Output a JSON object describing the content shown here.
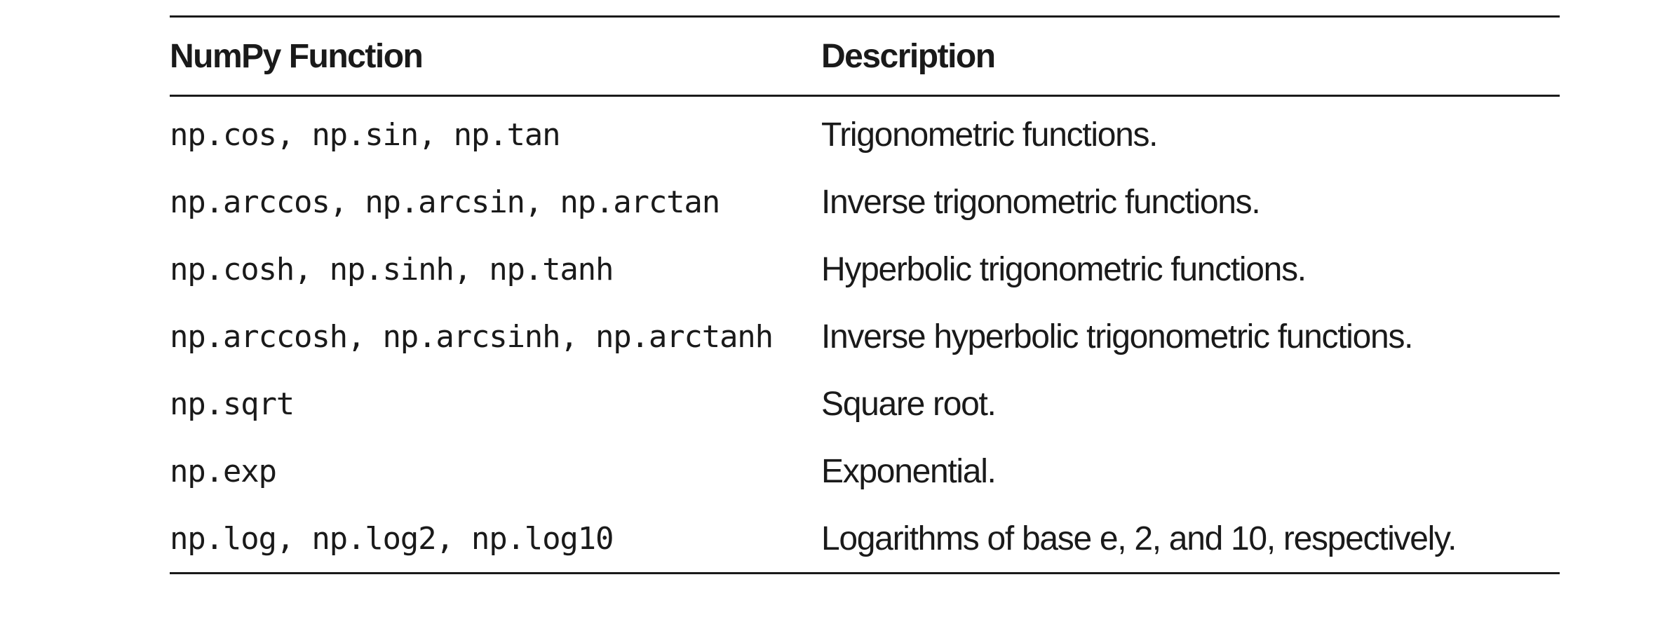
{
  "table": {
    "headers": {
      "function": "NumPy Function",
      "description": "Description"
    },
    "rows": [
      {
        "function": "np.cos, np.sin, np.tan",
        "description": "Trigonometric functions."
      },
      {
        "function": "np.arccos, np.arcsin, np.arctan",
        "description": "Inverse trigonometric functions."
      },
      {
        "function": "np.cosh, np.sinh, np.tanh",
        "description": "Hyperbolic trigonometric functions."
      },
      {
        "function": "np.arccosh, np.arcsinh, np.arctanh",
        "description": "Inverse hyperbolic trigonometric functions."
      },
      {
        "function": "np.sqrt",
        "description": "Square root."
      },
      {
        "function": "np.exp",
        "description": "Exponential."
      },
      {
        "function": "np.log, np.log2, np.log10",
        "description": "Logarithms of base e, 2, and 10, respectively."
      }
    ]
  }
}
